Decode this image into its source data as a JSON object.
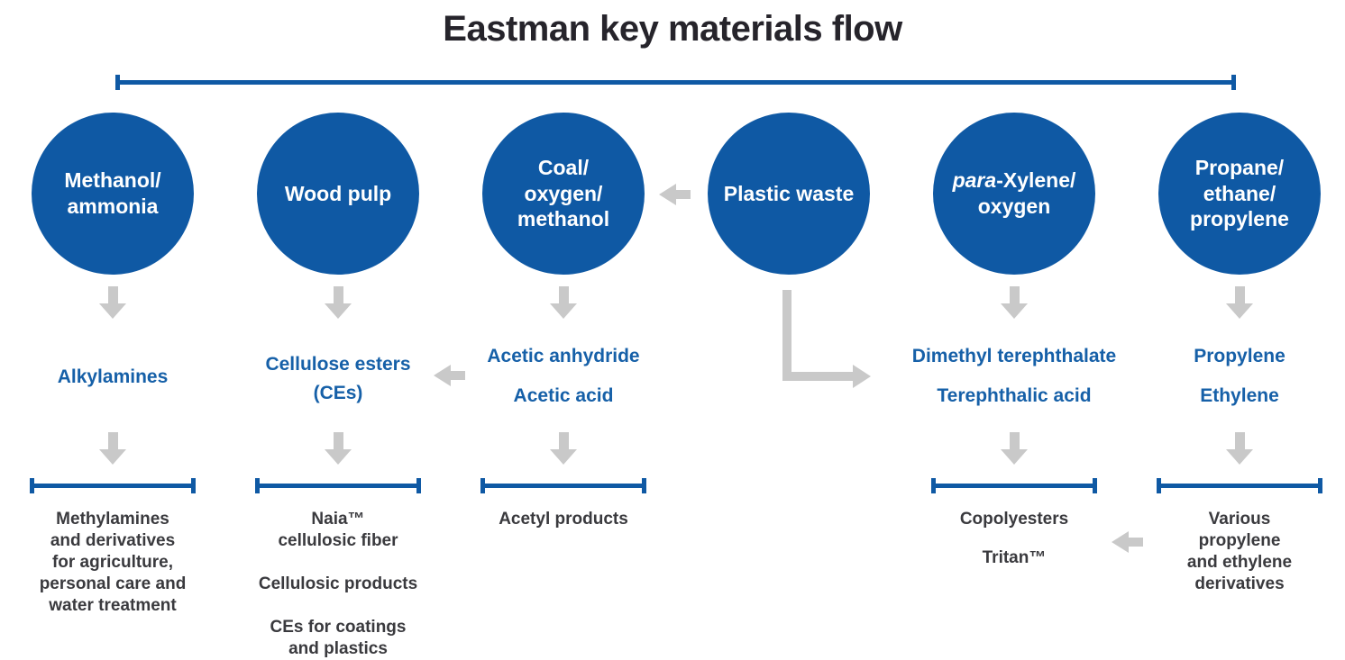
{
  "title": "Eastman key materials flow",
  "colors": {
    "brand_blue": "#0F59A4",
    "accent_text_blue": "#1660A8",
    "arrow_gray": "#C9C9C9",
    "dark_text": "#3A3A3E",
    "title_text": "#26242B"
  },
  "sources": {
    "methanol_ammonia": "Methanol/\nammonia",
    "wood_pulp": "Wood pulp",
    "coal_oxygen_methanol": "Coal/\noxygen/\nmethanol",
    "plastic_waste": "Plastic waste",
    "para_xylene_italic": "para",
    "para_xylene_rest": "-Xylene/",
    "para_xylene_line2": "oxygen",
    "propane_ethane_propylene": "Propane/\nethane/\npropylene"
  },
  "intermediates": {
    "alkylamines": "Alkylamines",
    "cellulose_esters": "Cellulose esters\n(CEs)",
    "acetic_anhydride": "Acetic anhydride",
    "acetic_acid": "Acetic acid",
    "dimethyl_terephthalate": "Dimethyl terephthalate",
    "terephthalic_acid": "Terephthalic acid",
    "propylene": "Propylene",
    "ethylene": "Ethylene"
  },
  "products": {
    "methylamines": "Methylamines\nand derivatives\nfor agriculture,\npersonal care and\nwater treatment",
    "cellulosics": "Naia™\ncellulosic fiber\n\nCellulosic products\n\nCEs for coatings\nand plastics",
    "acetyl_products": "Acetyl products",
    "copolyesters": "Copolyesters",
    "tritan": "Tritan™",
    "olefin_derivatives": "Various\npropylene\nand ethylene\nderivatives"
  }
}
